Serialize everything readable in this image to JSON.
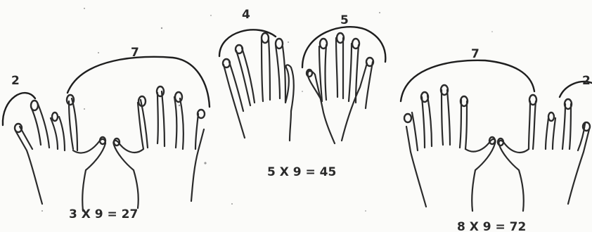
{
  "groups": [
    {
      "left_count": "2",
      "right_count": "7",
      "equation": "3 X 9 = 27"
    },
    {
      "left_count": "4",
      "right_count": "5",
      "equation": "5 X 9 = 45"
    },
    {
      "left_count": "7",
      "right_count": "2",
      "equation": "8 X 9 = 72"
    }
  ]
}
